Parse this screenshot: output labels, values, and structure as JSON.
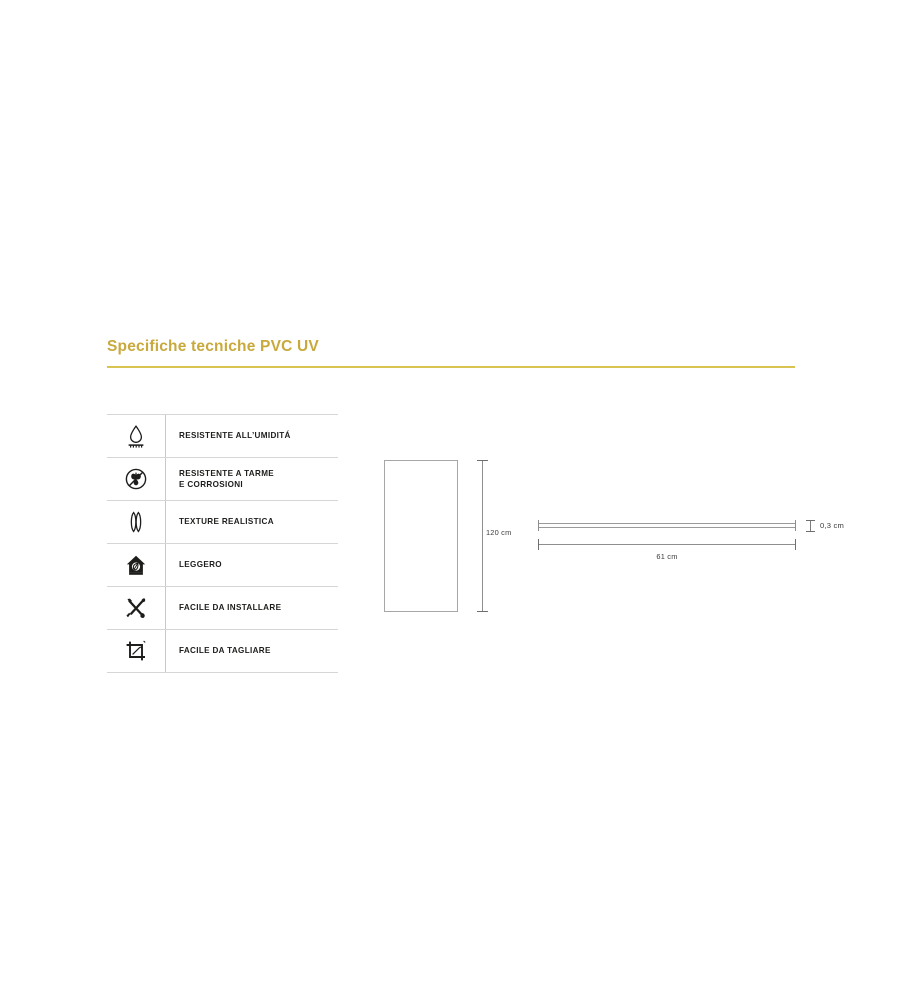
{
  "spec": {
    "title": "Specifiche tecniche PVC UV",
    "accent_color": "#c8a93c",
    "rule_color": "#d8c353"
  },
  "features": [
    {
      "icon": "water-drop-moisture-icon",
      "lines": [
        "RESISTENTE ALL’UMIDITÁ"
      ]
    },
    {
      "icon": "no-moth-corrosion-icon",
      "lines": [
        "RESISTENTE A TARME",
        "E CORROSIONI"
      ]
    },
    {
      "icon": "realistic-texture-icon",
      "lines": [
        "TEXTURE REALISTICA"
      ]
    },
    {
      "icon": "lightweight-house-feather-icon",
      "lines": [
        "LEGGERO"
      ]
    },
    {
      "icon": "tools-wrench-screwdriver-icon",
      "lines": [
        "FACILE DA INSTALLARE"
      ]
    },
    {
      "icon": "crop-cut-icon",
      "lines": [
        "FACILE DA TAGLIARE"
      ]
    }
  ],
  "dimensions": {
    "panel_height": "120 cm",
    "panel_width": "61 cm",
    "panel_thickness": "0,3 cm"
  }
}
